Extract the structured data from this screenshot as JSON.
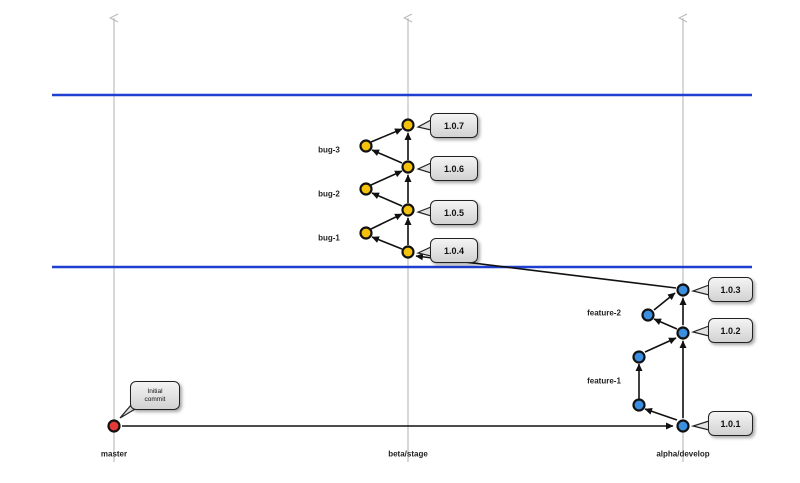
{
  "lanes": [
    {
      "id": "master",
      "label": "master"
    },
    {
      "id": "beta",
      "label": "beta/stage"
    },
    {
      "id": "alpha",
      "label": "alpha/develop"
    }
  ],
  "branch_labels": {
    "bug_1": "bug-1",
    "bug_2": "bug-2",
    "bug_3": "bug-3",
    "feature_1": "feature-1",
    "feature_2": "feature-2"
  },
  "versions": {
    "v101": "1.0.1",
    "v102": "1.0.2",
    "v103": "1.0.3",
    "v104": "1.0.4",
    "v105": "1.0.5",
    "v106": "1.0.6",
    "v107": "1.0.7"
  },
  "initial_commit": "Initial\ncommit",
  "colors": {
    "master_node": "#e53935",
    "beta_node": "#f4c20d",
    "alpha_node": "#3b8fe0",
    "band_line": "#1e3fd0",
    "lane_line": "#bdbdbd"
  }
}
